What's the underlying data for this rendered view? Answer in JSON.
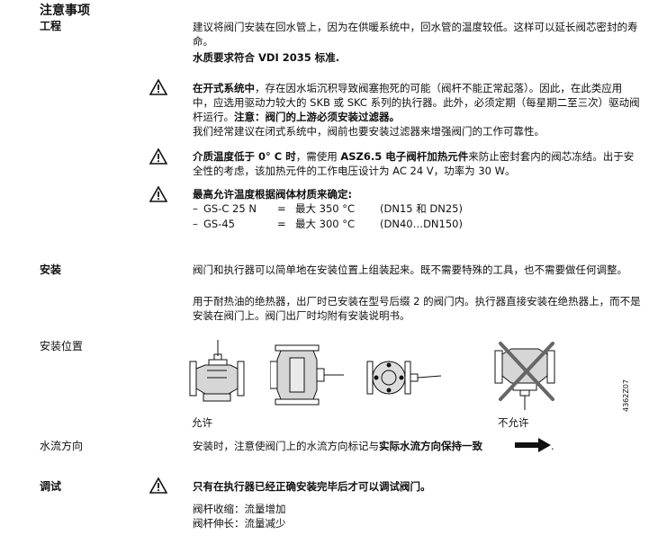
{
  "page": {
    "title": "注意事项"
  },
  "engineering": {
    "label": "工程",
    "p1": "建议将阀门安装在回水管上，因为在供暖系统中，回水管的温度较低。这样可以延长阀芯密封的寿命。",
    "p2": "水质要求符合 VDI 2035 标准."
  },
  "warning_open_system": {
    "strong": "在开式系统中",
    "text": "，存在因水垢沉积导致阀塞抱死的可能（阀杆不能正常起落）。因此，在此类应用中，应选用驱动力较大的 SKB 或 SKC 系列的执行器。此外，必须定期（每星期二至三次）驱动阀杆运行。",
    "strong2": "注意：阀门的上游必须安装过滤器。",
    "text2": "我们经常建议在闭式系统中，阀前也要安装过滤器来增强阀门的工作可靠性。"
  },
  "warning_temp": {
    "strong": "介质温度低于 0° C 时",
    "text_a": "，需使用 ",
    "strong2": "ASZ6.5 电子阀杆加热元件",
    "text_b": "来防止密封套内的阀芯冻结。出于安全性的考虑，该加热元件的工作电压设计为 AC 24 V，功率为 30 W。"
  },
  "warning_max_temp": {
    "heading": "最高允许温度根据阀体材质来确定:",
    "rows": [
      {
        "dash": "–",
        "model": "GS-C 25 N",
        "eq": "=",
        "value": "最大 350 °C",
        "range": "(DN15 和 DN25)"
      },
      {
        "dash": "–",
        "model": "GS-45",
        "eq": "=",
        "value": "最大 300 °C",
        "range": "(DN40…DN150)"
      }
    ]
  },
  "install": {
    "label": "安装",
    "p1": "阀门和执行器可以简单地在安装位置上组装起来。既不需要特殊的工具，也不需要做任何调整。",
    "p2": "用于耐热油的绝热器，出厂时已安装在型号后缀 2 的阀门内。执行器直接安装在绝热器上，而不是安装在阀门上。阀门出厂时均附有安装说明书。"
  },
  "mounting_position": {
    "label": "安装位置",
    "allowed": "允许",
    "not_allowed": "不允许",
    "figure_code": "4362Z07"
  },
  "flow_direction": {
    "label": "水流方向",
    "text": "安装时，注意使阀门上的水流方向标记与",
    "strong": "实际水流方向保持一致",
    "end": "."
  },
  "commissioning": {
    "label": "调试",
    "warning": "只有在执行器已经正确安装完毕后才可以调试阀门。",
    "line1": "阀杆收缩：流量增加",
    "line2": "阀杆伸长：流量减少"
  }
}
